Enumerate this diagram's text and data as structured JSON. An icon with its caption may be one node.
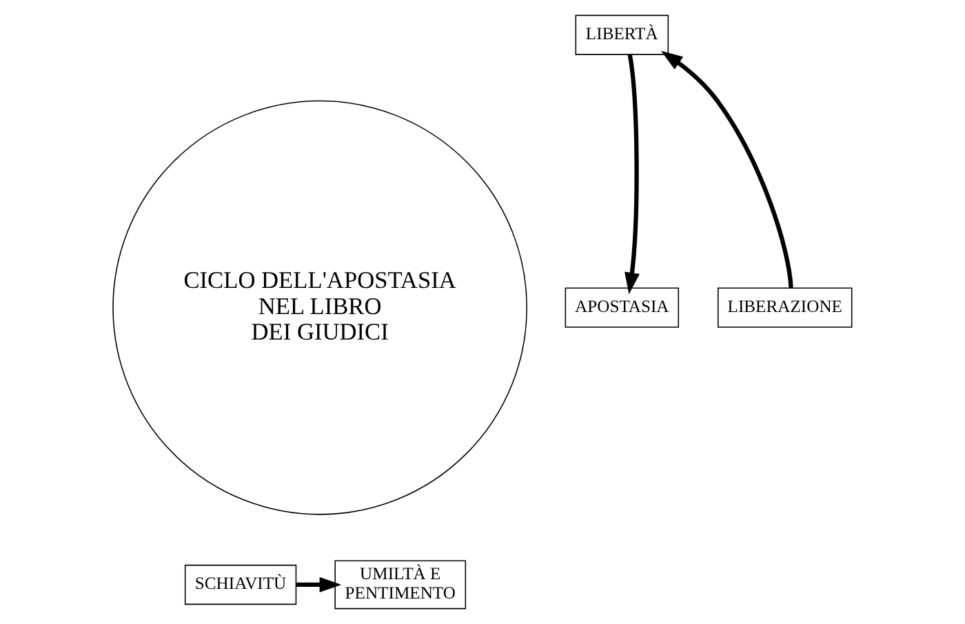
{
  "diagram": {
    "nodes": [
      {
        "text": [
          "CICLO DELL'APOSTASIA NEL LIBRO DEI GIUDICI"
        ]
      },
      {
        "text": [
          "LIBERTÀ"
        ]
      },
      {
        "text": [
          "APOSTASIA"
        ]
      },
      {
        "text": [
          "SCHIAVITÙ"
        ]
      },
      {
        "text": [
          "UMILTÀ E PENTIMENTO"
        ]
      },
      {
        "text": [
          "LIBERAZIONE"
        ]
      }
    ],
    "edges": [
      {
        "from": 5,
        "to": 1,
        "arrow": "to"
      },
      {
        "from": 1,
        "to": 2,
        "arrow": "to"
      },
      {
        "from": 3,
        "to": 4,
        "arrow": "to"
      }
    ]
  }
}
